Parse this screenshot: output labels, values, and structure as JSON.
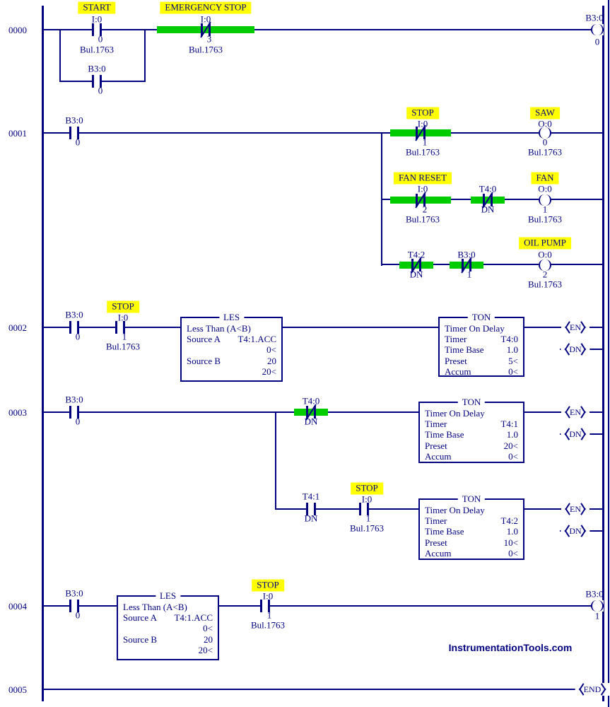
{
  "watermark": "InstrumentationTools.com",
  "r0": {
    "num": "0000",
    "start": {
      "label": "START",
      "addr": "I:0",
      "bit": "0",
      "bul": "Bul.1763"
    },
    "estop": {
      "label": "EMERGENCY STOP",
      "addr": "I:0",
      "bit": "3",
      "bul": "Bul.1763"
    },
    "coil": {
      "addr": "B3:0",
      "bit": "0"
    },
    "latch": {
      "addr": "B3:0",
      "bit": "0"
    }
  },
  "r1": {
    "num": "0001",
    "seal": {
      "addr": "B3:0",
      "bit": "0"
    },
    "stop": {
      "label": "STOP",
      "addr": "I:0",
      "bit": "1",
      "bul": "Bul.1763"
    },
    "saw": {
      "label": "SAW",
      "addr": "O:0",
      "bit": "0",
      "bul": "Bul.1763"
    },
    "fanreset": {
      "label": "FAN RESET",
      "addr": "I:0",
      "bit": "2",
      "bul": "Bul.1763"
    },
    "t40": {
      "addr": "T4:0",
      "bit": "DN"
    },
    "fan": {
      "label": "FAN",
      "addr": "O:0",
      "bit": "1",
      "bul": "Bul.1763"
    },
    "t42": {
      "addr": "T4:2",
      "bit": "DN"
    },
    "b30": {
      "addr": "B3:0",
      "bit": "1"
    },
    "oil": {
      "label": "OIL PUMP",
      "addr": "O:0",
      "bit": "2",
      "bul": "Bul.1763"
    }
  },
  "r2": {
    "num": "0002",
    "b3": {
      "addr": "B3:0",
      "bit": "0"
    },
    "stop": {
      "label": "STOP",
      "addr": "I:0",
      "bit": "1",
      "bul": "Bul.1763"
    },
    "les": {
      "title": "LES",
      "desc": "Less Than (A<B)",
      "a_label": "Source A",
      "a_val": "T4:1.ACC",
      "a_sub": "0<",
      "b_label": "Source B",
      "b_val": "20",
      "b_sub": "20<"
    },
    "ton": {
      "title": "TON",
      "desc": "Timer On Delay",
      "timer_label": "Timer",
      "timer": "T4:0",
      "base_label": "Time Base",
      "base": "1.0",
      "preset_label": "Preset",
      "preset": "5<",
      "accum_label": "Accum",
      "accum": "0<",
      "en": "EN",
      "dn": "DN"
    }
  },
  "r3": {
    "num": "0003",
    "b3": {
      "addr": "B3:0",
      "bit": "0"
    },
    "t40": {
      "addr": "T4:0",
      "bit": "DN"
    },
    "ton1": {
      "title": "TON",
      "desc": "Timer On Delay",
      "timer_label": "Timer",
      "timer": "T4:1",
      "base_label": "Time Base",
      "base": "1.0",
      "preset_label": "Preset",
      "preset": "20<",
      "accum_label": "Accum",
      "accum": "0<",
      "en": "EN",
      "dn": "DN"
    },
    "t41": {
      "addr": "T4:1",
      "bit": "DN"
    },
    "stop": {
      "label": "STOP",
      "addr": "I:0",
      "bit": "1",
      "bul": "Bul.1763"
    },
    "ton2": {
      "title": "TON",
      "desc": "Timer On Delay",
      "timer_label": "Timer",
      "timer": "T4:2",
      "base_label": "Time Base",
      "base": "1.0",
      "preset_label": "Preset",
      "preset": "10<",
      "accum_label": "Accum",
      "accum": "0<",
      "en": "EN",
      "dn": "DN"
    }
  },
  "r4": {
    "num": "0004",
    "b3": {
      "addr": "B3:0",
      "bit": "0"
    },
    "les": {
      "title": "LES",
      "desc": "Less Than (A<B)",
      "a_label": "Source A",
      "a_val": "T4:1.ACC",
      "a_sub": "0<",
      "b_label": "Source B",
      "b_val": "20",
      "b_sub": "20<"
    },
    "stop": {
      "label": "STOP",
      "addr": "I:0",
      "bit": "1",
      "bul": "Bul.1763"
    },
    "coil": {
      "addr": "B3:0",
      "bit": "1"
    }
  },
  "r5": {
    "num": "0005",
    "end": "END"
  }
}
